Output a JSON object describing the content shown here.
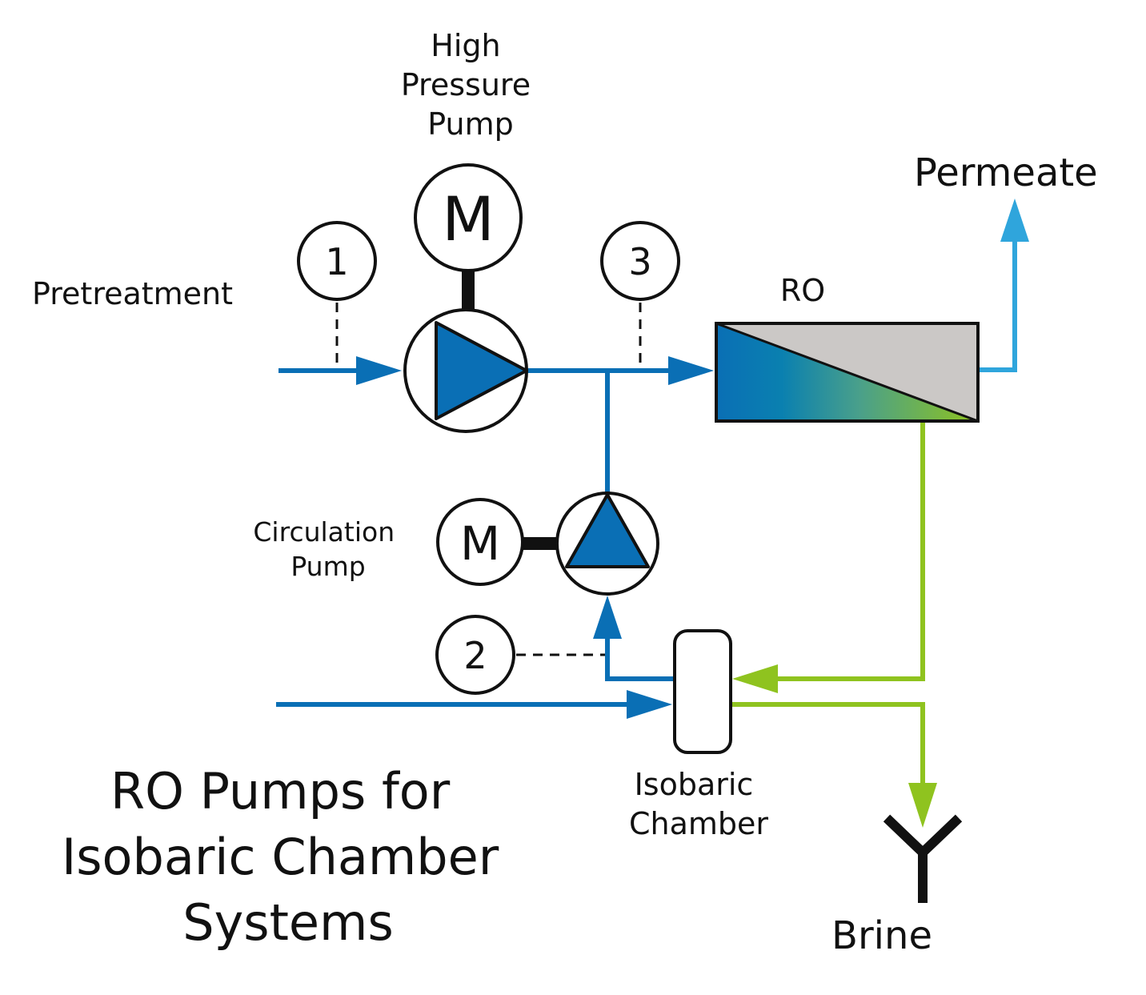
{
  "labels": {
    "high_pressure_pump": [
      "High",
      "Pressure",
      "Pump"
    ],
    "pretreatment": "Pretreatment",
    "permeate": "Permeate",
    "ro": "RO",
    "circulation_pump": [
      "Circulation",
      "Pump"
    ],
    "isobaric_chamber": [
      "Isobaric",
      "Chamber"
    ],
    "brine": "Brine",
    "title": [
      "RO Pumps for",
      "Isobaric Chamber",
      "Systems"
    ]
  },
  "motors": {
    "high_pressure": "M",
    "circulation": "M"
  },
  "points": [
    "1",
    "2",
    "3"
  ],
  "colors": {
    "feed_blue": "#0a6fb5",
    "permeate_blue": "#2fa5dc",
    "brine_green": "#8fc31f",
    "membrane_gray": "#cbc8c6",
    "outline": "#111111"
  }
}
